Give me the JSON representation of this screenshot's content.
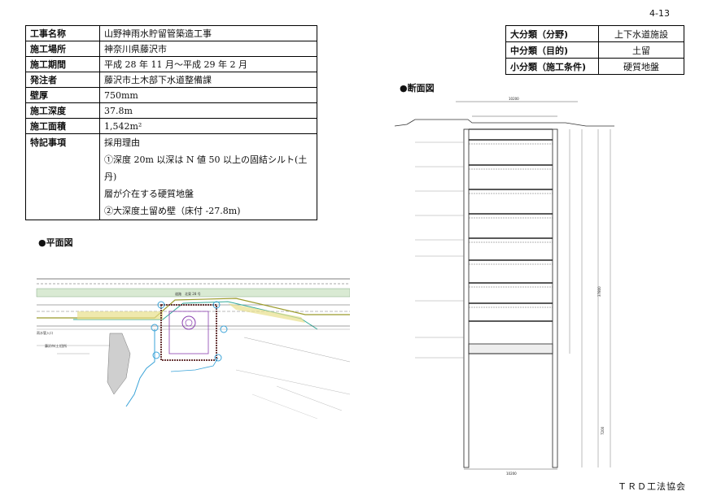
{
  "page_number": "4-13",
  "info_table": [
    {
      "label": "工事名称",
      "value": "山野神雨水貯留管築造工事"
    },
    {
      "label": "施工場所",
      "value": "神奈川県藤沢市"
    },
    {
      "label": "施工期間",
      "value": "平成 28 年 11 月～平成 29 年 2 月"
    },
    {
      "label": "発注者",
      "value": "藤沢市土木部下水道整備課"
    },
    {
      "label": "壁厚",
      "value": "750mm"
    },
    {
      "label": "施工深度",
      "value": "37.8m"
    },
    {
      "label": "施工面積",
      "value": "1,542m²"
    }
  ],
  "special": {
    "label": "特記事項",
    "lines": [
      "採用理由",
      "①深度 20m 以深は N 値 50 以上の固結シルト(土丹)",
      "層が介在する硬質地盤",
      "②大深度土留め壁（床付 -27.8m)"
    ]
  },
  "classification": [
    {
      "label": "大分類（分野)",
      "value": "上下水道施設"
    },
    {
      "label": "中分類（目的)",
      "value": "土留"
    },
    {
      "label": "小分類（施工条件)",
      "value": "硬質地盤"
    }
  ],
  "plan_heading": "●平面図",
  "section_heading": "●断面図",
  "footer": "ＴＲＤ工法協会",
  "drawing_labels": {
    "plan_gate": "雨水管入口",
    "plan_note": "藤沢市(土)田所",
    "plan_label_top": "道路　北東 28 号",
    "section_width_top": "10200",
    "section_width_bottom": "10200",
    "section_depth": "37800",
    "section_bottom": "7200"
  }
}
